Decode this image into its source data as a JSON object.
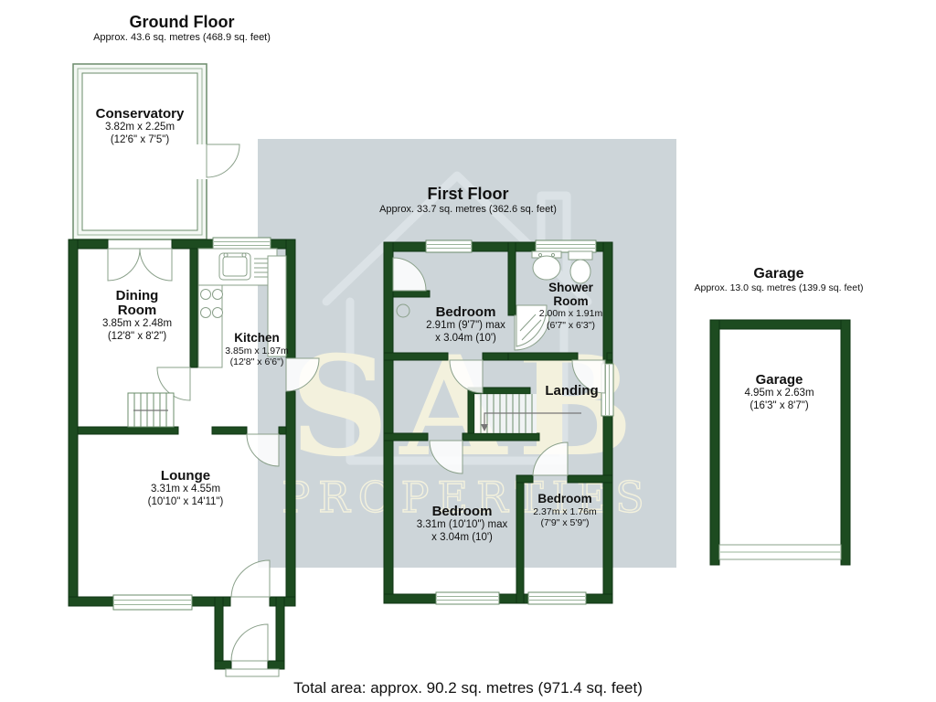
{
  "colors": {
    "wall": "#1d4b20",
    "wall_edge": "#0f3513",
    "frame": "#6b8c6b",
    "arc": "#8aa08a",
    "watermark_bg": "#cdd5d9",
    "watermark_house": "#dbe2e6",
    "watermark_text": "#f3f1dd"
  },
  "watermark": {
    "line1": "SAB",
    "line2": "PROPERTIES"
  },
  "ground": {
    "title": "Ground Floor",
    "subtitle": "Approx. 43.6 sq. metres (468.9 sq. feet)",
    "conservatory": {
      "name": "Conservatory",
      "m": "3.82m x 2.25m",
      "ft": "(12'6\" x 7'5\")"
    },
    "dining": {
      "name1": "Dining",
      "name2": "Room",
      "m": "3.85m x 2.48m",
      "ft": "(12'8\" x 8'2\")"
    },
    "kitchen": {
      "name": "Kitchen",
      "m": "3.85m x 1.97m",
      "ft": "(12'8\" x 6'6\")"
    },
    "lounge": {
      "name": "Lounge",
      "m": "3.31m x 4.55m",
      "ft": "(10'10\" x 14'11\")"
    }
  },
  "first": {
    "title": "First Floor",
    "subtitle": "Approx. 33.7 sq. metres (362.6 sq. feet)",
    "bedroom1": {
      "name": "Bedroom",
      "m": "2.91m (9'7\") max",
      "ft": "x 3.04m (10')"
    },
    "shower": {
      "name1": "Shower",
      "name2": "Room",
      "m": "2.00m x 1.91m",
      "ft": "(6'7\" x 6'3\")"
    },
    "landing": {
      "name": "Landing"
    },
    "bedroom2": {
      "name": "Bedroom",
      "m": "3.31m (10'10\") max",
      "ft": "x 3.04m (10')"
    },
    "bedroom3": {
      "name": "Bedroom",
      "m": "2.37m x 1.76m",
      "ft": "(7'9\" x 5'9\")"
    }
  },
  "garage": {
    "title": "Garage",
    "subtitle": "Approx. 13.0 sq. metres (139.9 sq. feet)",
    "room": {
      "name": "Garage",
      "m": "4.95m x 2.63m",
      "ft": "(16'3\" x 8'7\")"
    }
  },
  "footer": {
    "total": "Total area: approx. 90.2 sq. metres (971.4 sq. feet)"
  }
}
